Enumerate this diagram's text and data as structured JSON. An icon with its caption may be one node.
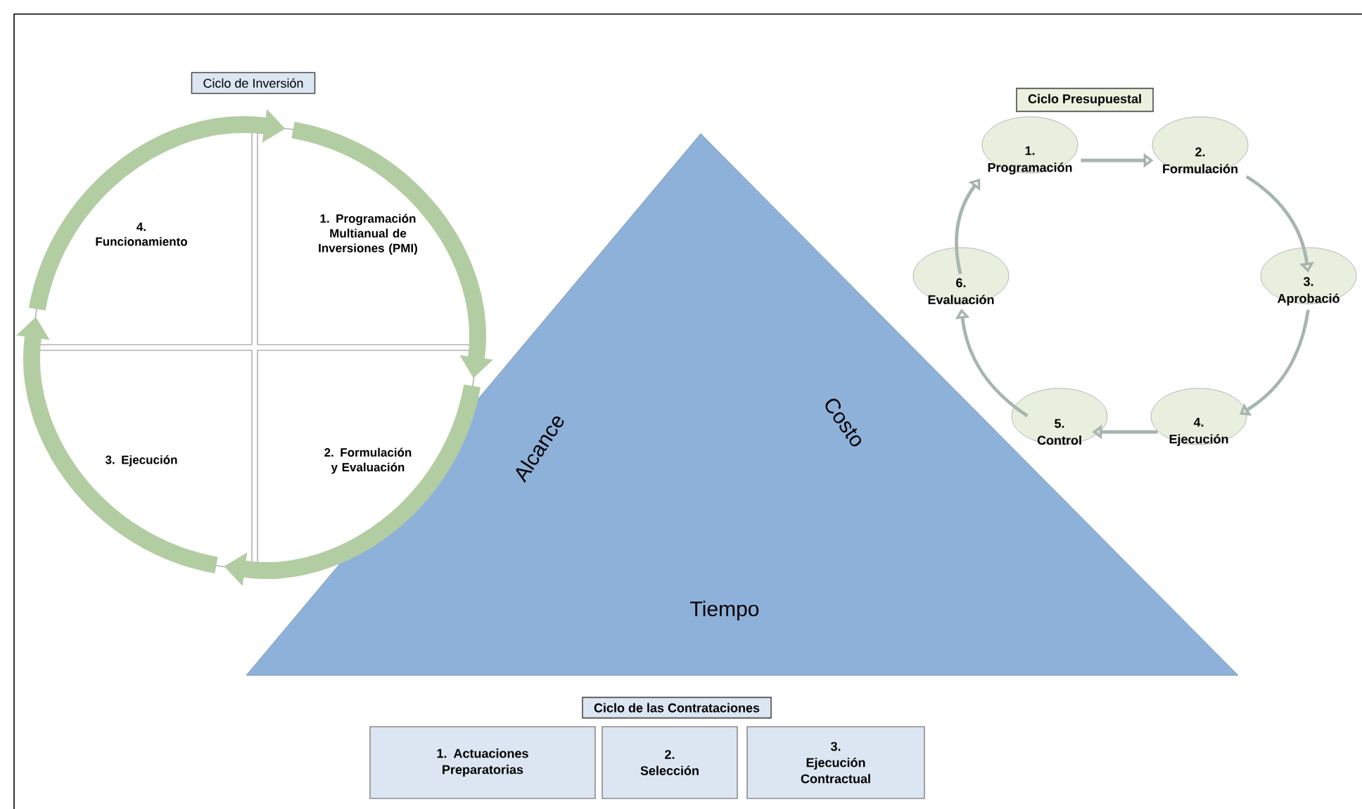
{
  "diagram": {
    "nodes": [
      {
        "text": [
          "Ciclo de Inversión"
        ]
      },
      {
        "text": [
          "Ciclo Presupuestal"
        ]
      },
      {
        "text": [
          "4. Funcionamiento"
        ]
      },
      {
        "text": [
          "1. Programación Multianual de Inversiones (PMI)"
        ]
      },
      {
        "text": [
          "3. Ejecución"
        ]
      },
      {
        "text": [
          "2. Formulación y Evaluación"
        ]
      },
      {
        "text": [
          "1. Programación"
        ]
      },
      {
        "text": [
          "2. Formulación"
        ]
      },
      {
        "text": [
          "6. Evaluación"
        ]
      },
      {
        "text": [
          "3. Aprobació"
        ]
      },
      {
        "text": [
          "5. Control"
        ]
      },
      {
        "text": [
          "4. Ejecución"
        ]
      },
      {
        "text": [
          "Ciclo de las Contrataciones"
        ]
      },
      {
        "text": [
          "1. Actuaciones Preparatorias"
        ]
      },
      {
        "text": [
          "2. Selección"
        ]
      },
      {
        "text": [
          "3. Ejecución Contractual"
        ]
      }
    ],
    "edges": [
      {
        "from": 2,
        "to": 3,
        "arrow": "to",
        "style": "thick"
      },
      {
        "from": 3,
        "to": 5,
        "arrow": "to",
        "style": "thick"
      },
      {
        "from": 5,
        "to": 4,
        "arrow": "to",
        "style": "thick"
      },
      {
        "from": 4,
        "to": 2,
        "arrow": "to",
        "style": "thick"
      },
      {
        "from": 6,
        "to": 7,
        "arrow": "to"
      },
      {
        "from": 7,
        "to": 9,
        "arrow": "to"
      },
      {
        "from": 9,
        "to": 11,
        "arrow": "to"
      },
      {
        "from": 11,
        "to": 10,
        "arrow": "to"
      },
      {
        "from": 10,
        "to": 8,
        "arrow": "to"
      },
      {
        "from": 8,
        "to": 6,
        "arrow": "to"
      }
    ],
    "labels": [
      "Alcance",
      "Costo",
      "Tiempo"
    ]
  }
}
